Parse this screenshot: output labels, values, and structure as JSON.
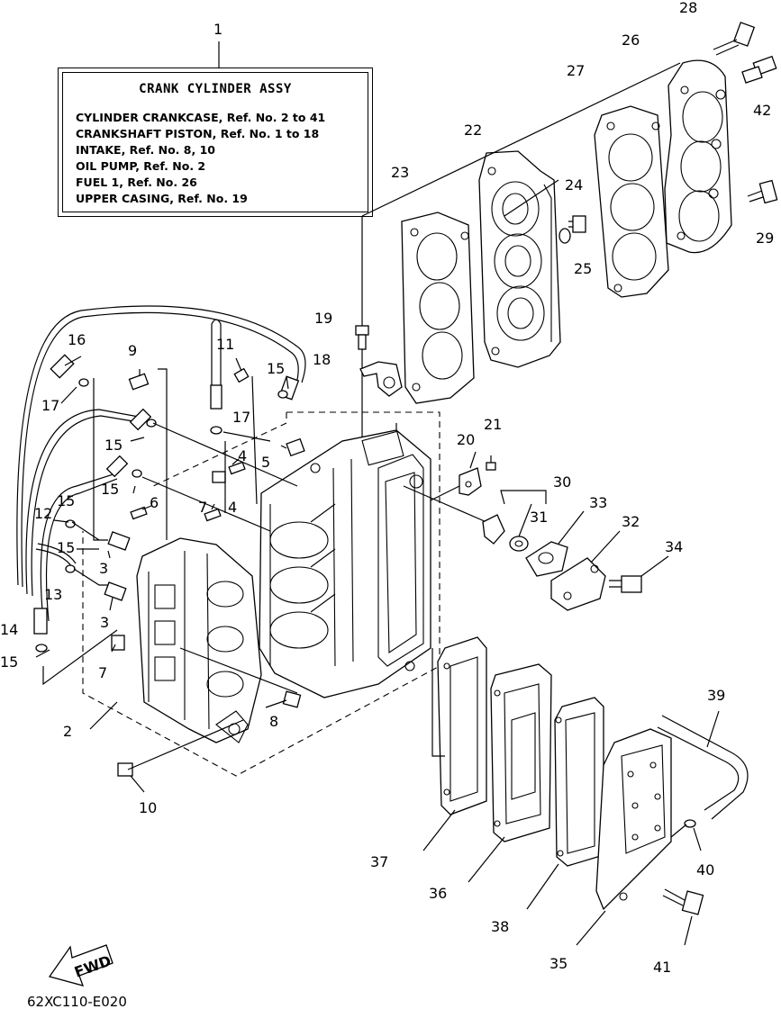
{
  "legend": {
    "callout": "1",
    "title": "CRANK CYLINDER ASSY",
    "lines": [
      "CYLINDER CRANKCASE, Ref. No. 2 to 41",
      "CRANKSHAFT PISTON,    Ref. No. 1 to 18",
      "INTAKE,    Ref. No. 8, 10",
      "OIL PUMP, Ref. No. 2",
      "FUEL 1,     Ref. No. 26",
      "UPPER CASING, Ref. No. 19"
    ]
  },
  "callouts": [
    "28",
    "26",
    "27",
    "42",
    "22",
    "23",
    "24",
    "25",
    "29",
    "19",
    "18",
    "16",
    "9",
    "11",
    "15",
    "17",
    "17",
    "15",
    "21",
    "20",
    "5",
    "4",
    "15",
    "30",
    "6",
    "15",
    "31",
    "33",
    "7",
    "4",
    "12",
    "32",
    "15",
    "34",
    "3",
    "13",
    "3",
    "14",
    "15",
    "7",
    "8",
    "2",
    "39",
    "10",
    "37",
    "40",
    "36",
    "38",
    "35",
    "41"
  ],
  "fwd_arrow": "FWD",
  "diagram_code": "62XC110-E020"
}
